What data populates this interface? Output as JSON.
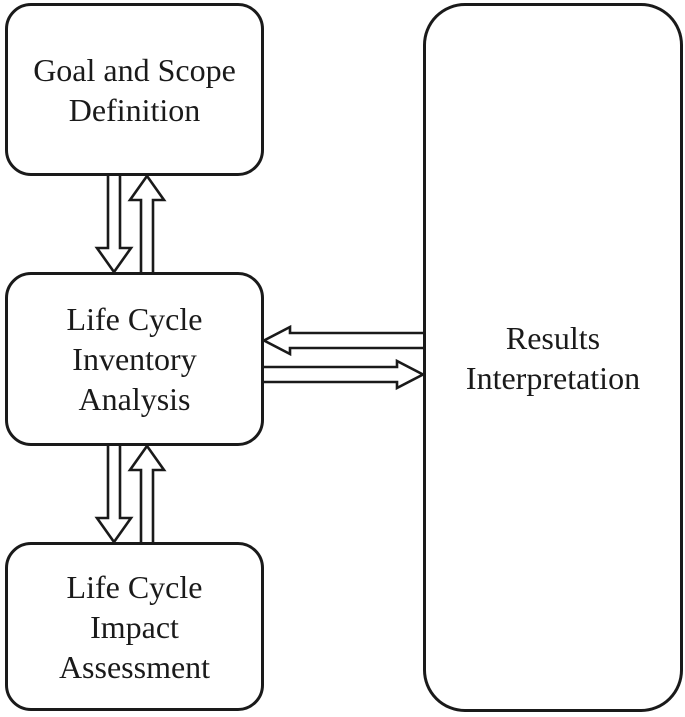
{
  "colors": {
    "ink": "#1a1a1a",
    "background": "#ffffff"
  },
  "nodes": {
    "goal": {
      "label": [
        "Goal and Scope",
        "Definition"
      ]
    },
    "inventory": {
      "label": [
        "Life Cycle",
        "Inventory",
        "Analysis"
      ]
    },
    "impact": {
      "label": [
        "Life Cycle",
        "Impact",
        "Assessment"
      ]
    },
    "results": {
      "label": [
        "Results",
        "Interpretation"
      ]
    }
  },
  "connections": [
    {
      "from": "goal",
      "to": "inventory",
      "style": "hollow-double-arrow",
      "directions": [
        "down",
        "up"
      ]
    },
    {
      "from": "inventory",
      "to": "impact",
      "style": "hollow-double-arrow",
      "directions": [
        "down",
        "up"
      ]
    },
    {
      "from": "inventory",
      "to": "results",
      "style": "hollow-double-arrow",
      "directions": [
        "left",
        "right"
      ]
    }
  ]
}
